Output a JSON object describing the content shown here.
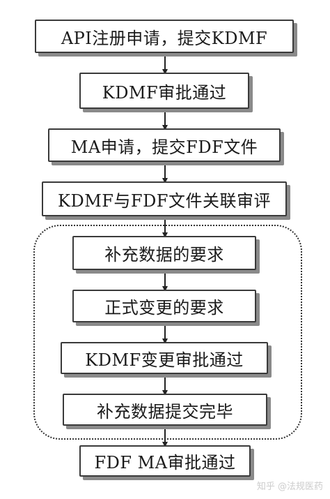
{
  "flowchart": {
    "steps": [
      "API注册申请，提交KDMF",
      "KDMF审批通过",
      "MA申请，提交FDF文件",
      "KDMF与FDF文件关联审评",
      "补充数据的要求",
      "正式变更的要求",
      "KDMF变更审批通过",
      "补充数据提交完毕",
      "FDF MA审批通过"
    ]
  },
  "watermark": "知乎 @法规医药"
}
